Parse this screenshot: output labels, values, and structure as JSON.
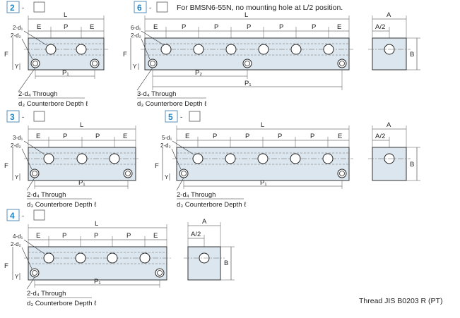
{
  "variants": [
    {
      "num": "2",
      "sep": "-",
      "diam_label": "2-d₁",
      "d2_label": "2-d₂",
      "dims": {
        "L": "L",
        "E": "E",
        "P": "P",
        "F": "F",
        "Y": "Y",
        "P1": "P₁"
      },
      "through_label": "2-d₄ Through",
      "counterbore_label": "d₃ Counterbore Depth ℓ"
    },
    {
      "num": "6",
      "sep": "-",
      "diam_label": "6-d₁",
      "d2_label": "2-d₂",
      "note": "For BMSN6-55N, no mounting hole at L/2 position.",
      "dims": {
        "L": "L",
        "E": "E",
        "P": "P",
        "F": "F",
        "Y": "Y",
        "P1": "P₁",
        "P2": "P₂"
      },
      "through_label": "3-d₄ Through",
      "counterbore_label": "d₃ Counterbore  Depth ℓ"
    },
    {
      "num": "3",
      "sep": "-",
      "diam_label": "3-d₁",
      "d2_label": "2-d₂",
      "dims": {
        "L": "L",
        "E": "E",
        "P": "P",
        "F": "F",
        "Y": "Y",
        "P1": "P₁"
      },
      "through_label": "2-d₄ Through",
      "counterbore_label": "d₃ Counterbore Depth ℓ"
    },
    {
      "num": "5",
      "sep": "-",
      "diam_label": "5-d₁",
      "d2_label": "2-d₂",
      "dims": {
        "L": "L",
        "E": "E",
        "P": "P",
        "F": "F",
        "Y": "Y",
        "P1": "P₁"
      },
      "through_label": "2-d₄ Through",
      "counterbore_label": "d₃ Counterbore Depth ℓ"
    },
    {
      "num": "4",
      "sep": "-",
      "diam_label": "4-d₁",
      "d2_label": "2-d₂",
      "dims": {
        "L": "L",
        "E": "E",
        "P": "P",
        "F": "F",
        "Y": "Y",
        "P1": "P₁"
      },
      "through_label": "2-d₄ Through",
      "counterbore_label": "d₃ Counterbore Depth ℓ"
    }
  ],
  "side_view": {
    "A": "A",
    "A_half": "A/2",
    "B": "B"
  },
  "footer_note": "Thread JIS B0203 R (PT)",
  "colors": {
    "accent": "#1e86c8",
    "body_fill": "#dbe6ee"
  }
}
